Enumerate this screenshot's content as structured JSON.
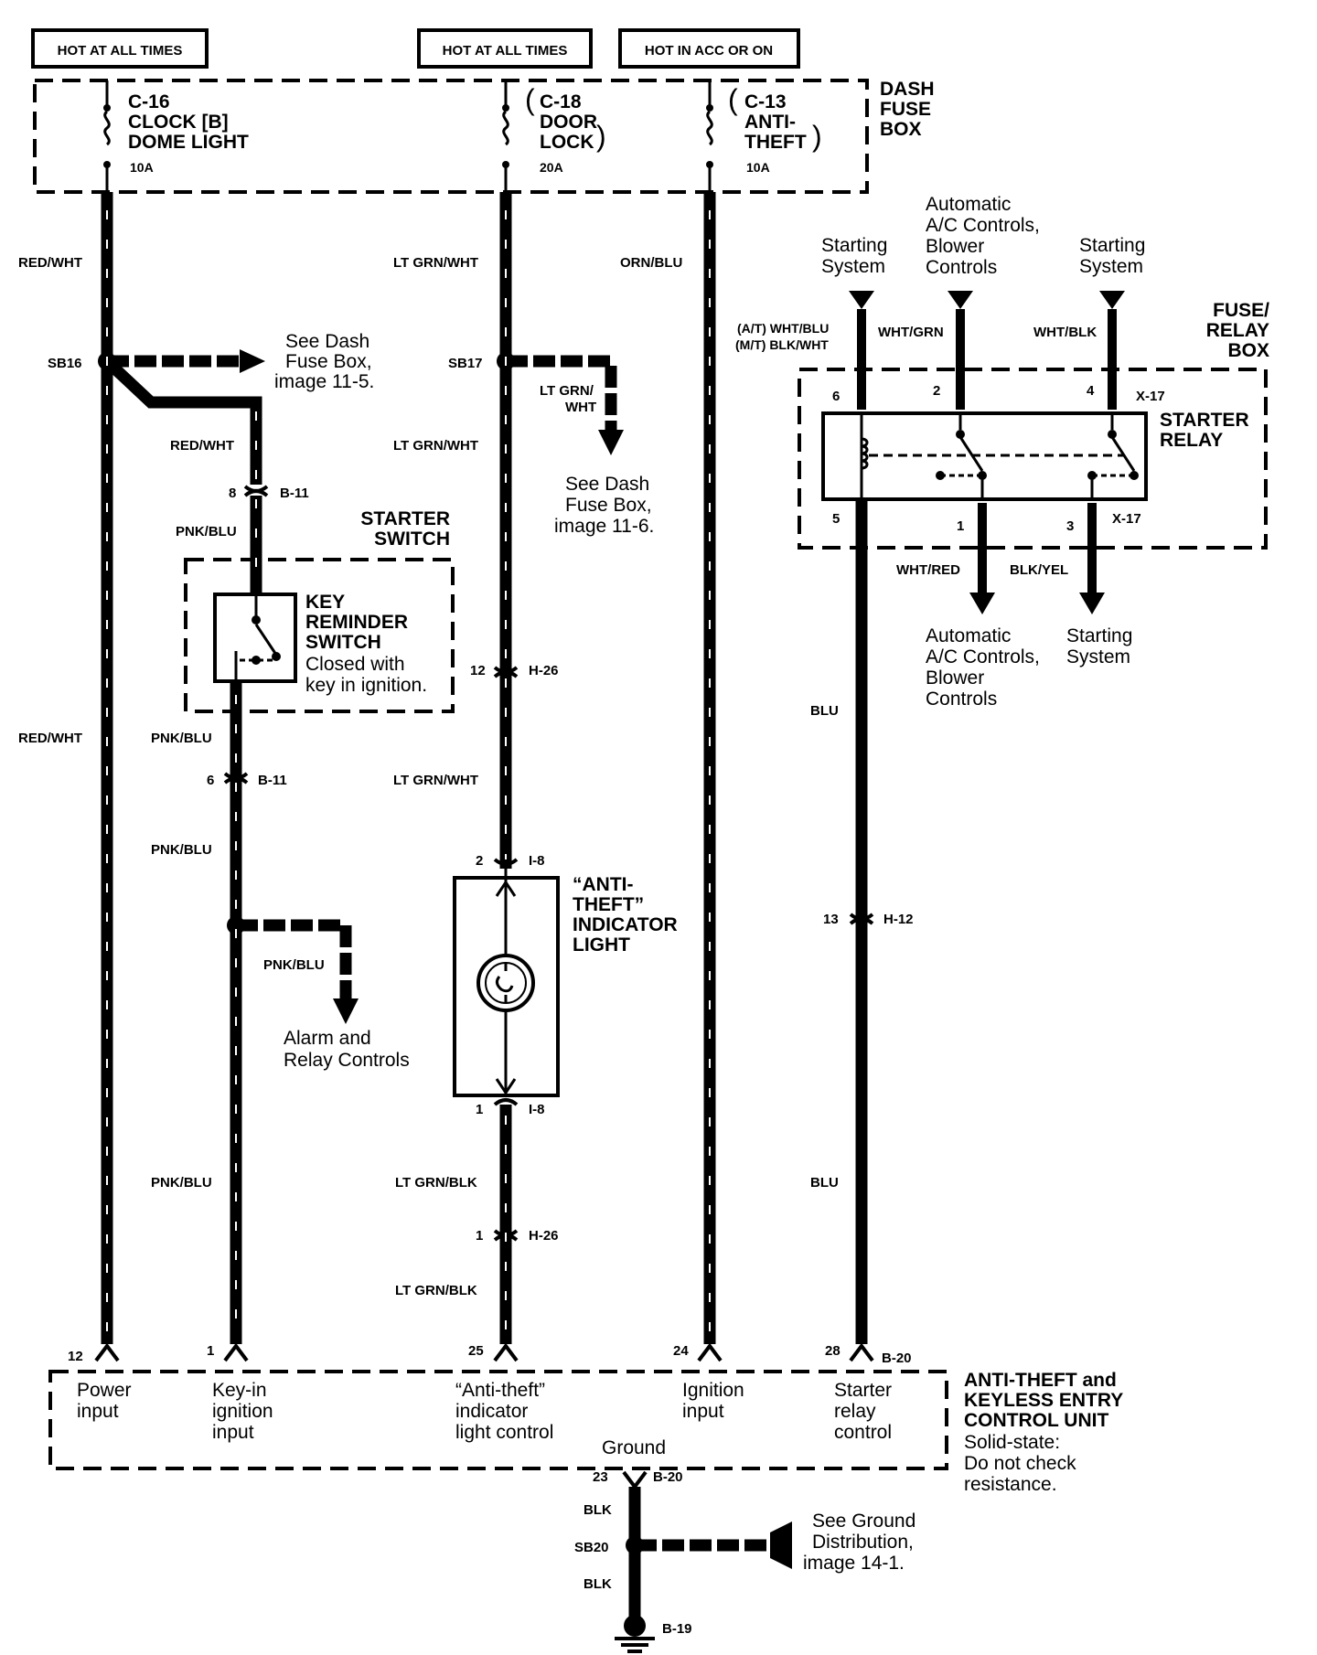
{
  "headers": {
    "hot1": "HOT AT ALL TIMES",
    "hot2": "HOT AT ALL TIMES",
    "hot3": "HOT IN ACC OR ON"
  },
  "dash_fuse_box": {
    "title": [
      "DASH",
      "FUSE",
      "BOX"
    ],
    "fuse1": {
      "id": "C-16",
      "lines": [
        "CLOCK [B]",
        "DOME LIGHT"
      ],
      "amp": "10A"
    },
    "fuse2": {
      "id": "C-18",
      "lines": [
        "DOOR",
        "LOCK"
      ],
      "amp": "20A"
    },
    "fuse3": {
      "id": "C-13",
      "lines": [
        "ANTI-",
        "THEFT"
      ],
      "amp": "10A"
    }
  },
  "wires": {
    "red_wht": "RED/WHT",
    "lt_grn_wht": "LT GRN/WHT",
    "lt_grn_wht_branch": [
      "LT GRN/",
      "WHT"
    ],
    "orn_blu": "ORN/BLU",
    "pnk_blu": "PNK/BLU",
    "lt_grn_blk": "LT GRN/BLK",
    "blu": "BLU",
    "blk": "BLK",
    "wht_grn": "WHT/GRN",
    "wht_blk": "WHT/BLK",
    "wht_red": "WHT/RED",
    "blk_yel": "BLK/YEL",
    "at": "(A/T) WHT/BLU",
    "mt": "(M/T) BLK/WHT"
  },
  "splices": {
    "sb16": "SB16",
    "sb17": "SB17",
    "sb20": "SB20"
  },
  "connectors": {
    "b11": "B-11",
    "h26": "H-26",
    "i8": "I-8",
    "h12": "H-12",
    "x17": "X-17",
    "b20": "B-20",
    "b19": "B-19"
  },
  "pins": {
    "p8": "8",
    "p6": "6",
    "p12": "12",
    "p2": "2",
    "p1": "1",
    "p13": "13",
    "p25": "25",
    "p24": "24",
    "p28": "28",
    "p23": "23",
    "p5": "5",
    "p3": "3",
    "p4": "4"
  },
  "refs": {
    "dash1": [
      "See Dash",
      "Fuse Box,",
      "image 11-5."
    ],
    "dash2": [
      "See Dash",
      "Fuse Box,",
      "image 11-6."
    ],
    "alarm": [
      "Alarm and",
      "Relay Controls"
    ],
    "ground": [
      "See Ground",
      "Distribution,",
      "image 14-1."
    ],
    "ac_top": [
      "Automatic",
      "A/C Controls,",
      "Blower",
      "Controls"
    ],
    "ac_bottom": [
      "Automatic",
      "A/C Controls,",
      "Blower",
      "Controls"
    ],
    "start_top1": [
      "Starting",
      "System"
    ],
    "start_top2": [
      "Starting",
      "System"
    ],
    "start_bottom": [
      "Starting",
      "System"
    ]
  },
  "components": {
    "starter_switch": [
      "STARTER",
      "SWITCH"
    ],
    "key_reminder": [
      "KEY",
      "REMINDER",
      "SWITCH"
    ],
    "key_note": [
      "Closed with",
      "key in ignition."
    ],
    "indicator": [
      "“ANTI-",
      "THEFT”",
      "INDICATOR",
      "LIGHT"
    ],
    "fuse_relay_box": [
      "FUSE/",
      "RELAY",
      "BOX"
    ],
    "starter_relay": [
      "STARTER",
      "RELAY"
    ]
  },
  "control_unit": {
    "title": [
      "ANTI-THEFT and",
      "KEYLESS ENTRY",
      "CONTROL UNIT"
    ],
    "note": [
      "Solid-state:",
      "Do not check",
      "resistance."
    ],
    "inputs": {
      "power": [
        "Power",
        "input"
      ],
      "keyin": [
        "Key-in",
        "ignition",
        "input"
      ],
      "indicator": [
        "“Anti-theft”",
        "indicator",
        "light control"
      ],
      "ignition": [
        "Ignition",
        "input"
      ],
      "starter": [
        "Starter",
        "relay",
        "control"
      ],
      "ground": "Ground"
    }
  }
}
